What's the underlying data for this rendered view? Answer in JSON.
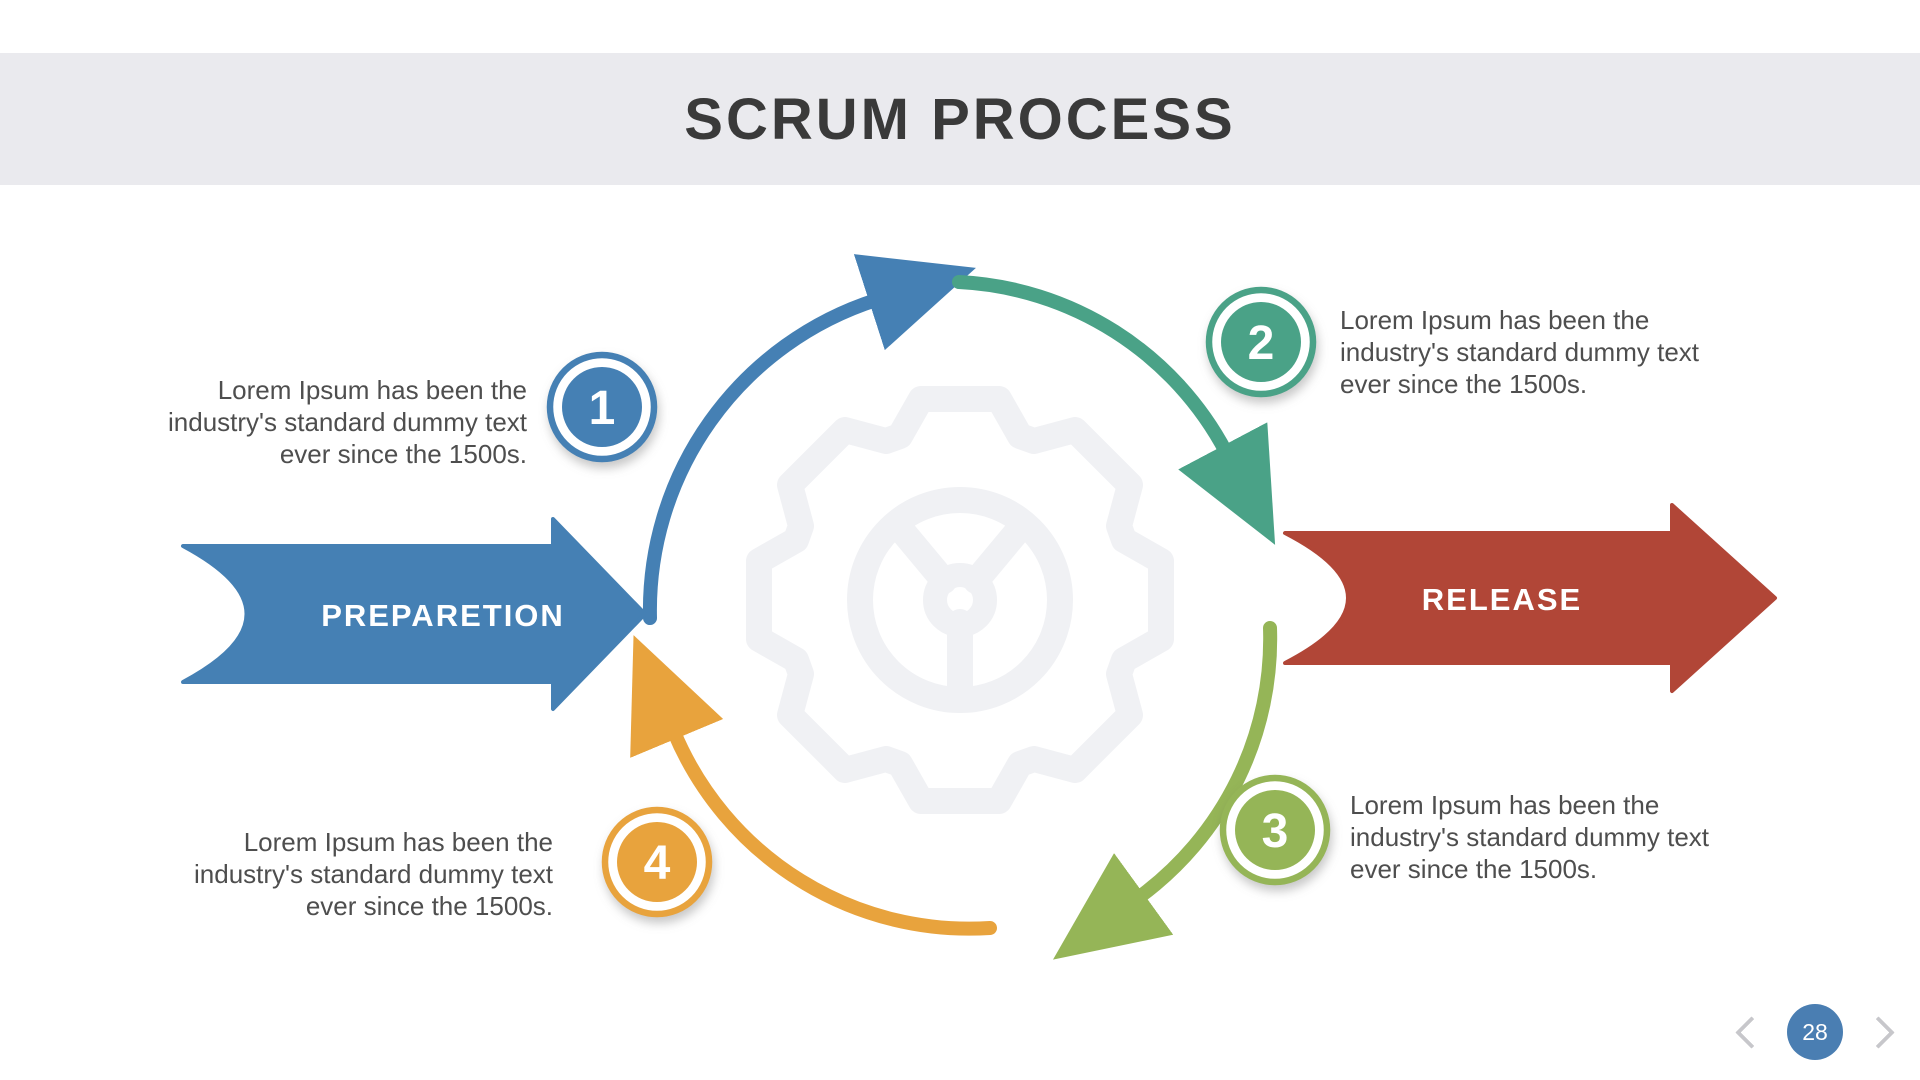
{
  "slide": {
    "title": "SCRUM PROCESS",
    "page_number": "28"
  },
  "process_arrows": {
    "left_label": "PREPARETION",
    "right_label": "RELEASE"
  },
  "steps": [
    {
      "number": "1",
      "color": "#4580b4",
      "lines": [
        "Lorem Ipsum has been the",
        "industry's standard dummy text",
        "ever since the 1500s."
      ]
    },
    {
      "number": "2",
      "color": "#4aa287",
      "lines": [
        "Lorem Ipsum has been the",
        "industry's standard dummy text",
        "ever since the 1500s."
      ]
    },
    {
      "number": "3",
      "color": "#95b557",
      "lines": [
        "Lorem Ipsum has been the",
        "industry's standard dummy text",
        "ever since the 1500s."
      ]
    },
    {
      "number": "4",
      "color": "#e8a33d",
      "lines": [
        "Lorem Ipsum has been the",
        "industry's standard dummy text",
        "ever since the 1500s."
      ]
    }
  ],
  "colors": {
    "header_bg": "#eaeaee",
    "title_text": "#3a3a3a",
    "body_text": "#4e4e4e",
    "step1_blue": "#4580b4",
    "step2_teal": "#4aa287",
    "step3_green": "#95b557",
    "step4_orange": "#e8a33d",
    "release_red": "#b14637",
    "pager_blue": "#4a7eb2",
    "gear_gray": "#f0f1f4"
  }
}
